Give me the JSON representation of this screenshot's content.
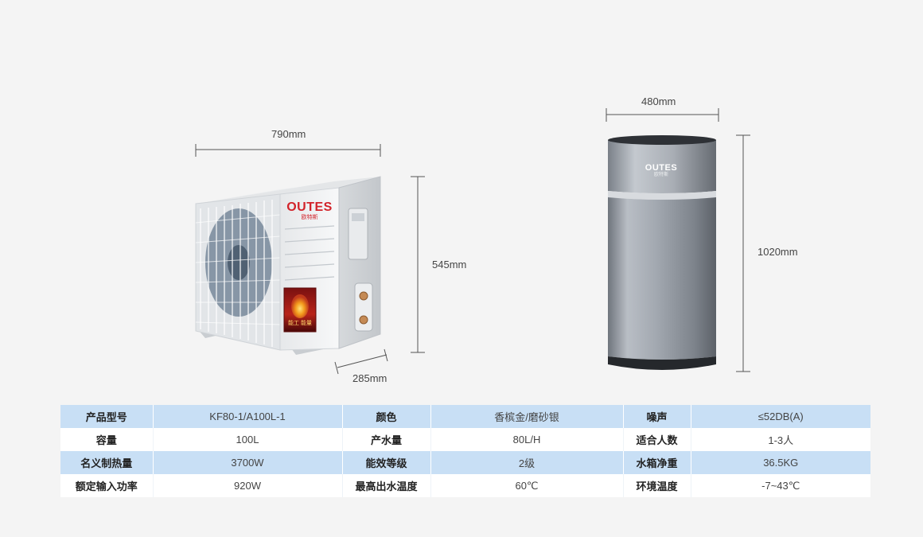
{
  "dimensions": {
    "outdoor_width": "790mm",
    "outdoor_height": "545mm",
    "outdoor_depth": "285mm",
    "tank_width": "480mm",
    "tank_height": "1020mm"
  },
  "brand": {
    "logo": "OUTES",
    "logo_sub": "欧特斯",
    "badge_text": "能工 能量"
  },
  "colors": {
    "table_header_row": "#c8dff5",
    "table_alt_row": "#ffffff",
    "brand_red": "#d2232a",
    "tank_silver": "#a8aeb6"
  },
  "specs": {
    "rows": [
      [
        {
          "key": "产品型号",
          "value": "KF80-1/A100L-1"
        },
        {
          "key": "颜色",
          "value": "香槟金/磨砂银"
        },
        {
          "key": "噪声",
          "value": "≤52DB(A)"
        }
      ],
      [
        {
          "key": "容量",
          "value": "100L"
        },
        {
          "key": "产水量",
          "value": "80L/H"
        },
        {
          "key": "适合人数",
          "value": "1-3人"
        }
      ],
      [
        {
          "key": "名义制热量",
          "value": "3700W"
        },
        {
          "key": "能效等级",
          "value": "2级"
        },
        {
          "key": "水箱净重",
          "value": "36.5KG"
        }
      ],
      [
        {
          "key": "额定输入功率",
          "value": "920W"
        },
        {
          "key": "最高出水温度",
          "value": "60℃"
        },
        {
          "key": "环境温度",
          "value": "-7~43℃"
        }
      ]
    ]
  }
}
